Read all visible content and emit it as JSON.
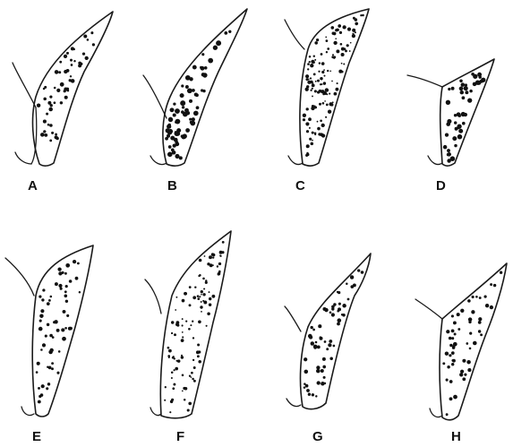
{
  "figures": [
    {
      "id": "A",
      "label": "A"
    },
    {
      "id": "B",
      "label": "B"
    },
    {
      "id": "C",
      "label": "C"
    },
    {
      "id": "D",
      "label": "D"
    },
    {
      "id": "E",
      "label": "E"
    },
    {
      "id": "F",
      "label": "F"
    },
    {
      "id": "G",
      "label": "G"
    },
    {
      "id": "H",
      "label": "H"
    }
  ],
  "colors": {
    "ink": "#1a1a1a",
    "background": "#ffffff"
  }
}
